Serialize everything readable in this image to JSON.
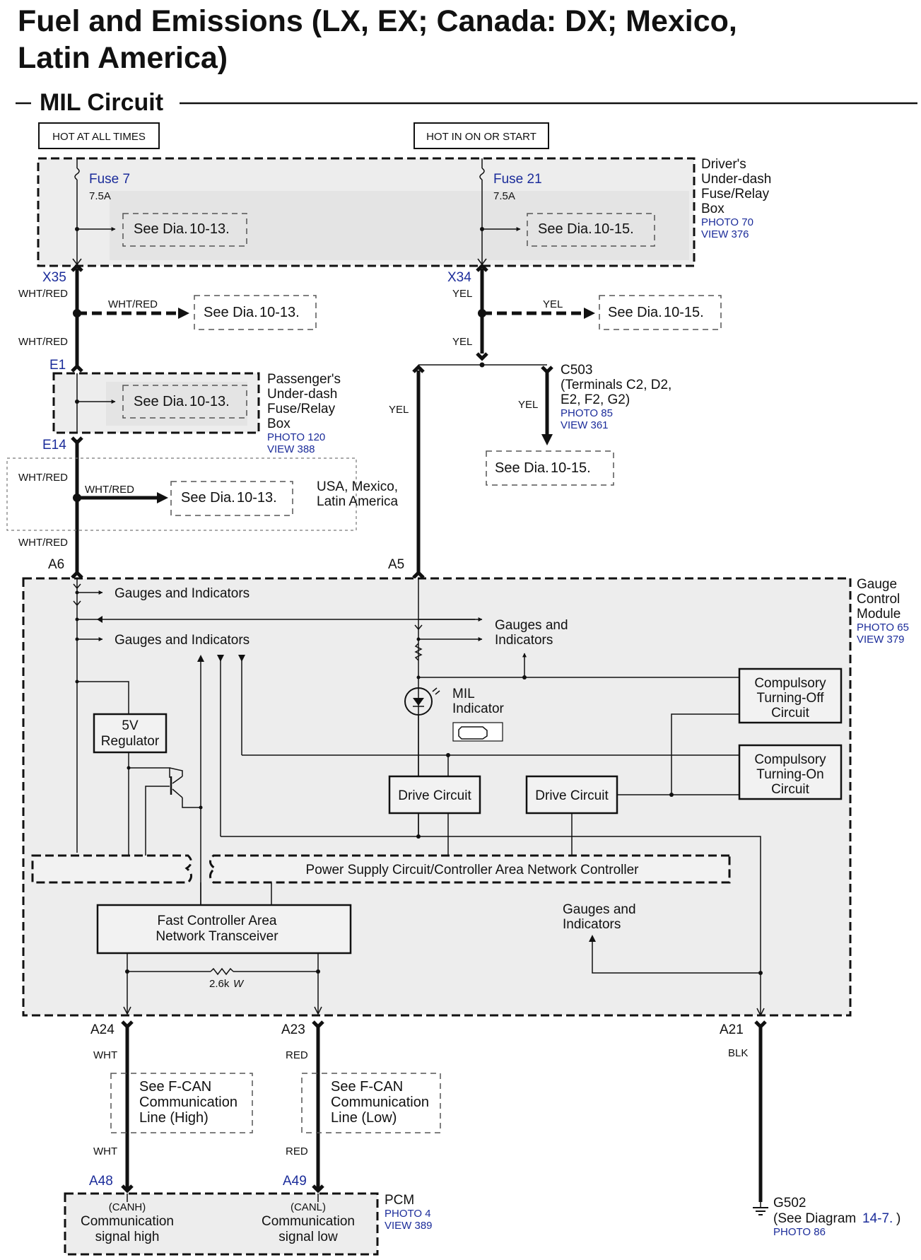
{
  "title_line1": "Fuel and Emissions (LX, EX; Canada: DX; Mexico,",
  "title_line2": "Latin America)",
  "section": "MIL Circuit",
  "hot_at_all_times": "HOT AT ALL TIMES",
  "hot_in_on": "HOT IN ON OR START",
  "see_dia": "See Dia.",
  "ref_10_13": "10-13.",
  "ref_10_15": "10-15.",
  "fuse7": {
    "name": "Fuse 7",
    "rating": "7.5A"
  },
  "fuse21": {
    "name": "Fuse 21",
    "rating": "7.5A"
  },
  "driver_box": {
    "l1": "Driver's",
    "l2": "Under-dash",
    "l3": "Fuse/Relay",
    "l4": "Box",
    "photo": "PHOTO 70",
    "view": "VIEW 376"
  },
  "passenger_box": {
    "l1": "Passenger's",
    "l2": "Under-dash",
    "l3": "Fuse/Relay",
    "l4": "Box",
    "photo": "PHOTO 120",
    "view": "VIEW 388"
  },
  "connectors": {
    "x35": "X35",
    "x34": "X34",
    "e1": "E1",
    "e14": "E14",
    "a6": "A6",
    "a5": "A5",
    "a24": "A24",
    "a23": "A23",
    "a21": "A21",
    "a48": "A48",
    "a49": "A49"
  },
  "wires": {
    "whtred": "WHT/RED",
    "yel": "YEL",
    "wht": "WHT",
    "red": "RED",
    "blk": "BLK"
  },
  "c503": {
    "name": "C503",
    "l1": "(Terminals C2, D2,",
    "l2": "E2, F2, G2)",
    "photo": "PHOTO 85",
    "view": "VIEW 361"
  },
  "region": {
    "l1": "USA, Mexico,",
    "l2": "Latin America"
  },
  "gcm": {
    "l1": "Gauge",
    "l2": "Control",
    "l3": "Module",
    "photo": "PHOTO 65",
    "view": "VIEW 379"
  },
  "gauges": {
    "full": "Gauges and Indicators",
    "l1": "Gauges and",
    "l2": "Indicators"
  },
  "mil": {
    "l1": "MIL",
    "l2": "Indicator"
  },
  "compulsory_off": {
    "l1": "Compulsory",
    "l2": "Turning-Off",
    "l3": "Circuit"
  },
  "compulsory_on": {
    "l1": "Compulsory",
    "l2": "Turning-On",
    "l3": "Circuit"
  },
  "drive_circuit": "Drive Circuit",
  "regulator": {
    "l1": "5V",
    "l2": "Regulator"
  },
  "power_supply": "Power Supply Circuit/Controller Area Network Controller",
  "transceiver": {
    "l1": "Fast Controller Area",
    "l2": "Network Transceiver"
  },
  "resistor": {
    "value": "2.6k",
    "unit": "W"
  },
  "fcan_high": {
    "l1": "See F-CAN",
    "l2": "Communication",
    "l3": "Line (High)"
  },
  "fcan_low": {
    "l1": "See F-CAN",
    "l2": "Communication",
    "l3": "Line (Low)"
  },
  "pcm": {
    "name": "PCM",
    "photo": "PHOTO 4",
    "view": "VIEW 389"
  },
  "canh": {
    "code": "(CANH)",
    "l1": "Communication",
    "l2": "signal high"
  },
  "canl": {
    "code": "(CANL)",
    "l1": "Communication",
    "l2": "signal low"
  },
  "g502": {
    "name": "G502",
    "note": "(See Diagram",
    "ref": "14-7.",
    "close": ")",
    "photo": "PHOTO 86"
  }
}
